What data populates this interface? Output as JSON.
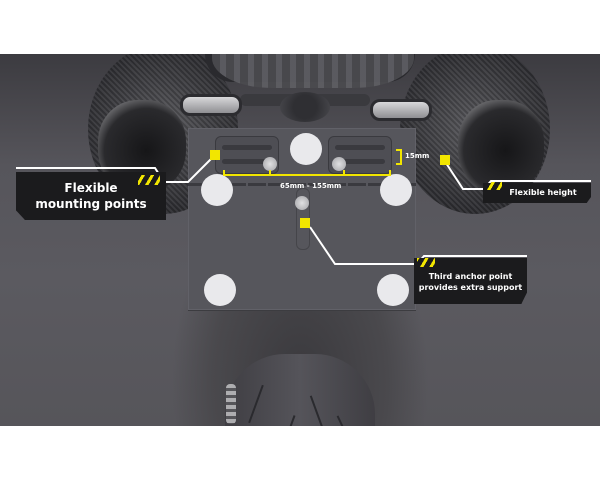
{
  "image": {
    "description": "Rear view of motorcycle with carbon exhausts and adjustable license plate holder",
    "accent_color": "#f2e600",
    "label_background": "#1b1b1d"
  },
  "dimensions": {
    "width_range": "65mm - 155mm",
    "height_range": "15mm"
  },
  "callouts": [
    {
      "id": "mounting",
      "label_line1": "Flexible",
      "label_line2": "mounting points"
    },
    {
      "id": "height",
      "label_line1": "Flexible height"
    },
    {
      "id": "anchor",
      "label_line1": "Third anchor point",
      "label_line2": "provides extra support"
    }
  ]
}
